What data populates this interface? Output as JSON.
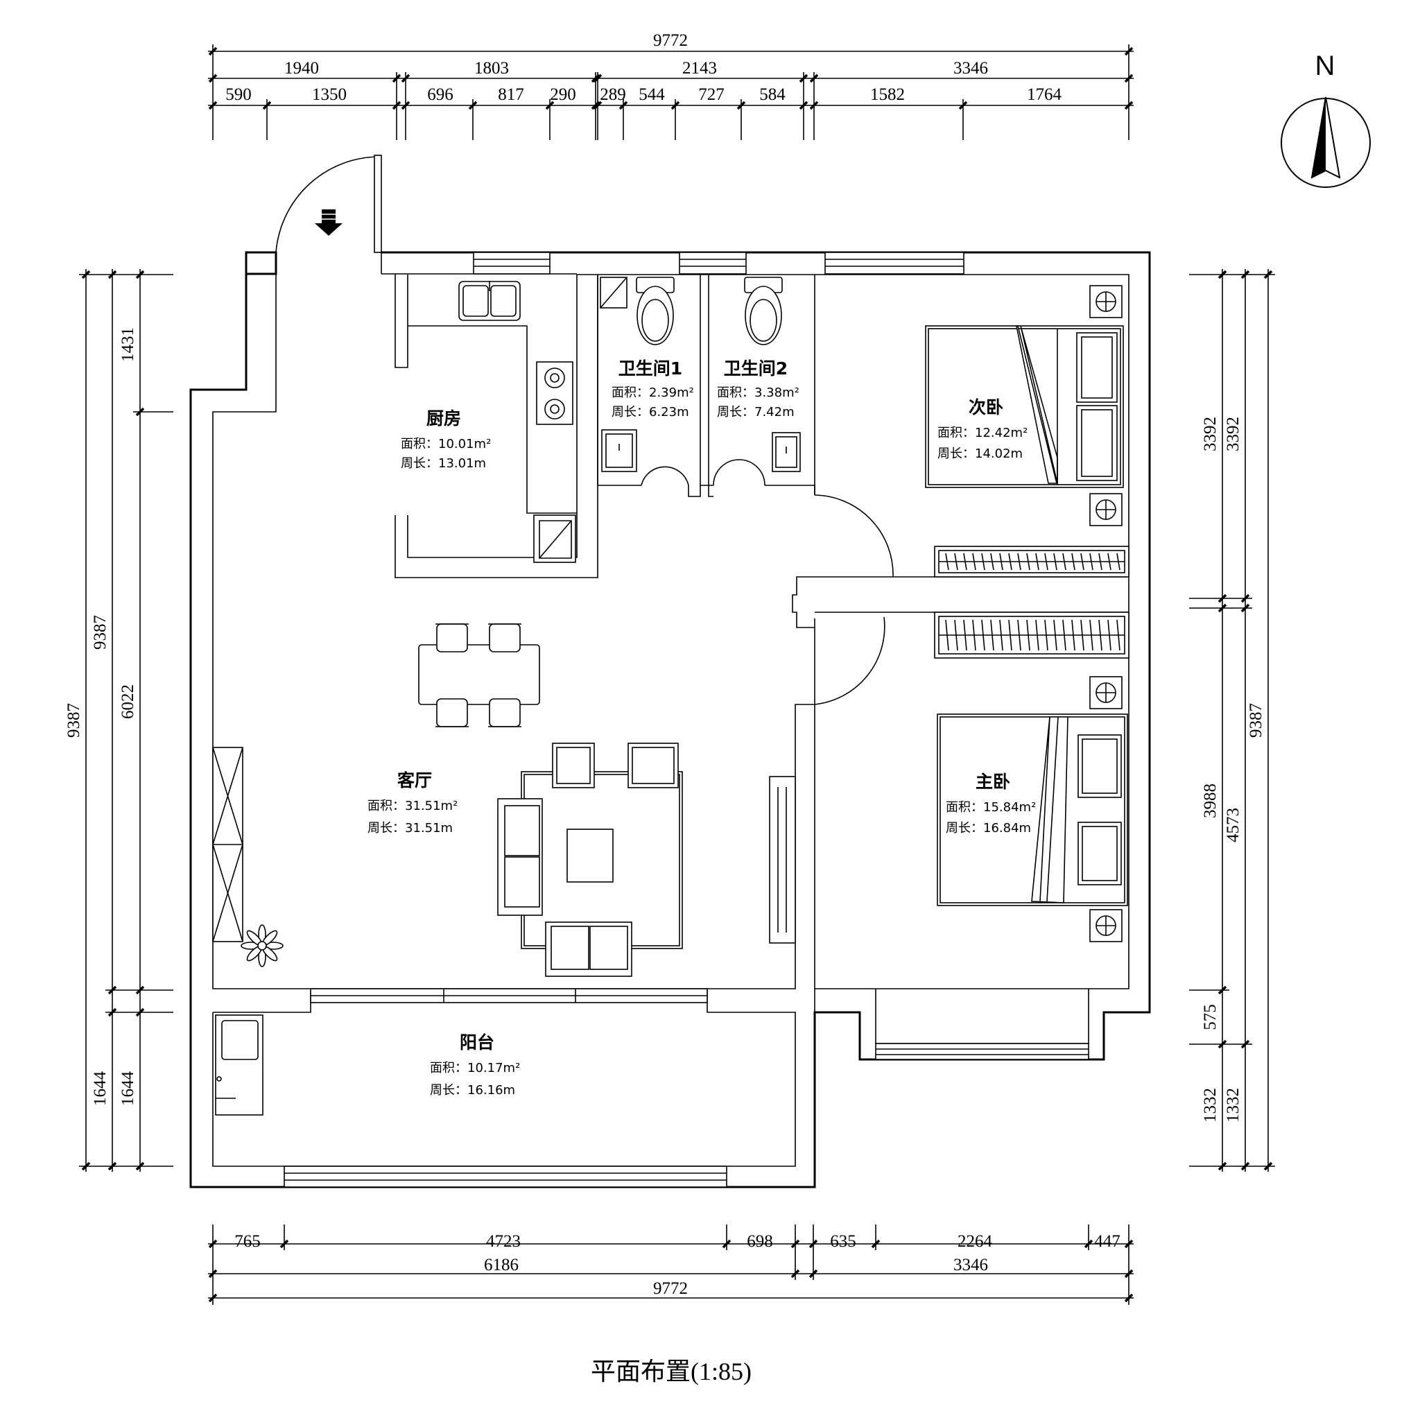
{
  "title": "平面布置(1:85)",
  "north_label": "N",
  "dimensions": {
    "top_total": "9772",
    "top_mid": [
      "1940",
      "1803",
      "2143",
      "3346"
    ],
    "top_fine": [
      "590",
      "1350",
      "696",
      "817",
      "290",
      "289",
      "544",
      "727",
      "584",
      "1582",
      "1764"
    ],
    "bottom_fine": [
      "765",
      "4723",
      "698",
      "635",
      "2264",
      "447"
    ],
    "bottom_mid": [
      "6186",
      "3346"
    ],
    "bottom_total": "9772",
    "left_outer": [
      "9387"
    ],
    "left_mid": [
      "9387",
      "1644"
    ],
    "left_inner": [
      "1431",
      "6022",
      "1644"
    ],
    "right_inner": [
      "3392",
      "3988",
      "575",
      "1332"
    ],
    "right_mid": [
      "3392",
      "4573",
      "1332"
    ],
    "right_outer": [
      "9387"
    ]
  },
  "rooms": {
    "kitchen": {
      "name": "厨房",
      "area": "面积：10.01m²",
      "perimeter": "周长：13.01m"
    },
    "bath1": {
      "name": "卫生间1",
      "area": "面积：2.39m²",
      "perimeter": "周长：6.23m"
    },
    "bath2": {
      "name": "卫生间2",
      "area": "面积：3.38m²",
      "perimeter": "周长：7.42m"
    },
    "bedroom2": {
      "name": "次卧",
      "area": "面积：12.42m²",
      "perimeter": "周长：14.02m"
    },
    "living": {
      "name": "客厅",
      "area": "面积：31.51m²",
      "perimeter": "周长：31.51m"
    },
    "master": {
      "name": "主卧",
      "area": "面积：15.84m²",
      "perimeter": "周长：16.84m"
    },
    "balcony": {
      "name": "阳台",
      "area": "面积：10.17m²",
      "perimeter": "周长：16.16m"
    }
  },
  "icons": [
    "north-arrow-icon",
    "entrance-arrow-icon",
    "toilet-icon",
    "sink-icon",
    "stove-icon",
    "bed-icon",
    "dining-table-icon",
    "sofa-icon",
    "plant-icon",
    "wardrobe-icon",
    "lamp-icon"
  ]
}
